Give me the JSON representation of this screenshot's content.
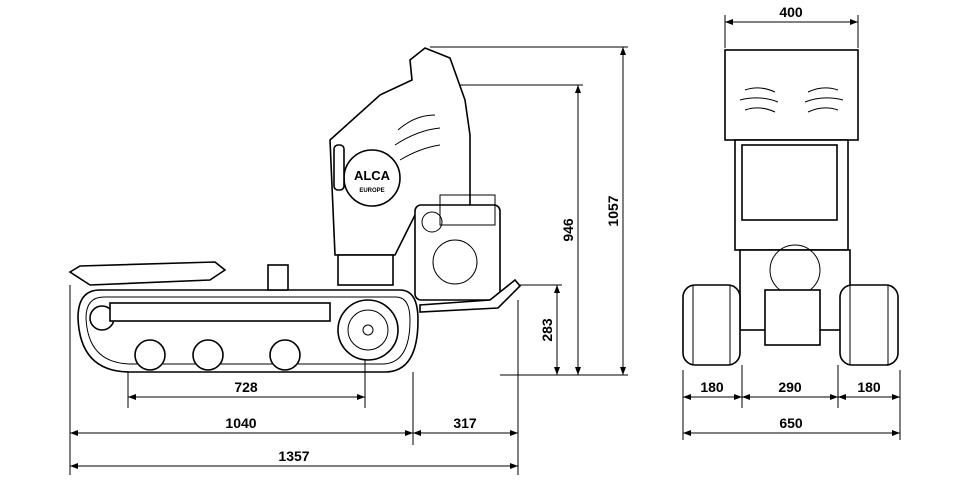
{
  "logo": {
    "line1": "ALCA",
    "line2": "EUROPE"
  },
  "side_view": {
    "dimensions": {
      "wheelbase": "728",
      "track_length": "1040",
      "overhang": "317",
      "total_length": "1357",
      "height_handle": "946",
      "total_height": "1057",
      "ground_clearance_platform": "283"
    }
  },
  "front_view": {
    "dimensions": {
      "top_width": "400",
      "track_left": "180",
      "inner_gap": "290",
      "track_right": "180",
      "total_width": "650"
    }
  },
  "colors": {
    "line": "#000000",
    "background": "#ffffff"
  }
}
